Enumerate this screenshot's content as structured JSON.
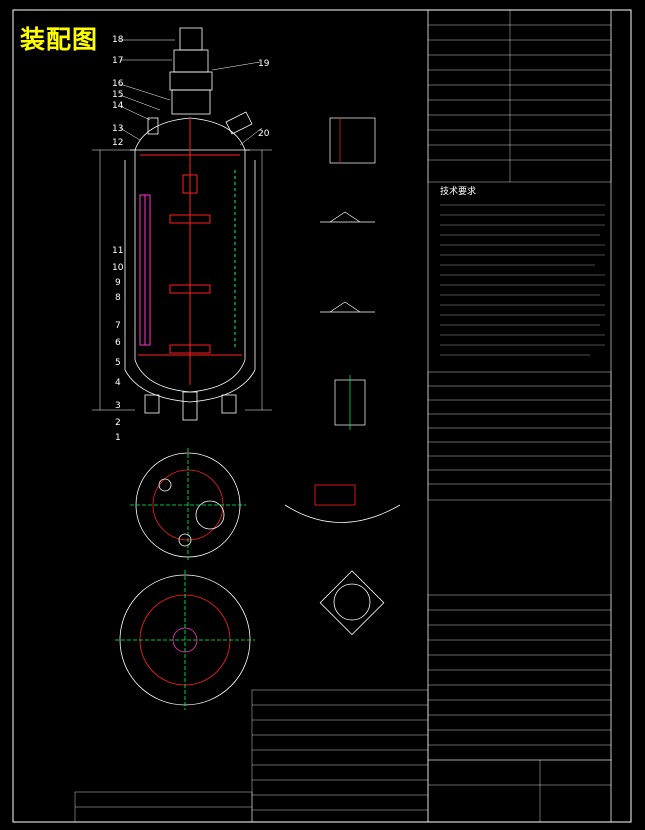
{
  "title": "装配图",
  "parts": [
    "1",
    "2",
    "3",
    "4",
    "5",
    "6",
    "7",
    "8",
    "9",
    "10",
    "11",
    "12",
    "13",
    "14",
    "15",
    "16",
    "17",
    "18",
    "19",
    "20"
  ],
  "section_heading": "技术要求",
  "colors": {
    "background": "#000000",
    "line": "#ffffff",
    "title": "#ffff00",
    "accent_red": "#ff2020",
    "accent_magenta": "#ff33cc",
    "accent_green": "#00ff66"
  }
}
